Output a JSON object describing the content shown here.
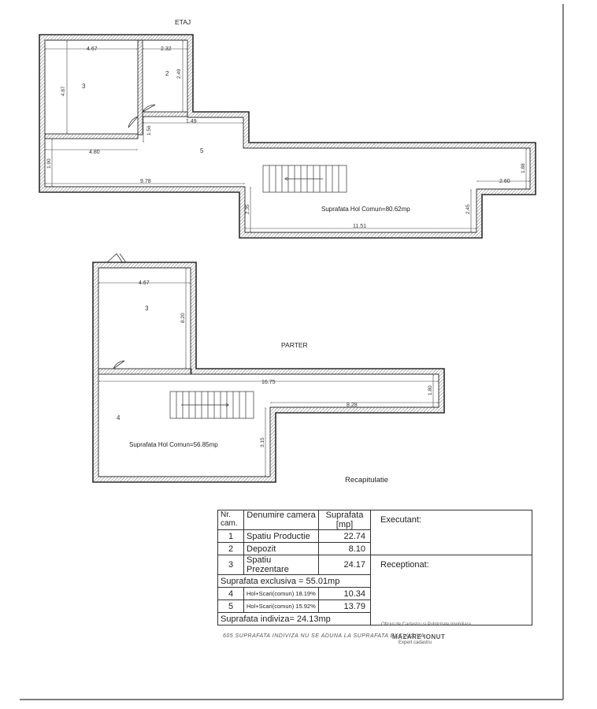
{
  "floors": {
    "etaj": {
      "title": "ETAJ",
      "area_label": "Suprafata Hol Comun=80.62mp",
      "rooms": [
        "3",
        "2",
        "5"
      ],
      "dims": [
        "4.67",
        "2.32",
        "4.87",
        "2.49",
        "1.56",
        "1.49",
        "4.80",
        "1.90",
        "9.78",
        "2.35",
        "11.51",
        "2.45",
        "2.60",
        "1.88"
      ]
    },
    "parter": {
      "title": "PARTER",
      "area_label": "Suprafata Hol Comun=56.85mp",
      "rooms": [
        "3",
        "4"
      ],
      "dims": [
        "4.67",
        "8.20",
        "16.75",
        "1.80",
        "8.28",
        "3.15"
      ]
    }
  },
  "recap": {
    "title": "Recapitulatie",
    "headers": {
      "nr": "Nr. cam.",
      "name": "Denumire camera",
      "area": "Suprafata [mp]"
    },
    "rows": [
      {
        "nr": "1",
        "name": "Spatiu Productie",
        "area": "22.74"
      },
      {
        "nr": "2",
        "name": "Depozit",
        "area": "8.10"
      },
      {
        "nr": "3",
        "name": "Spatiu Prezentare",
        "area": "24.17"
      }
    ],
    "exclusive_total": "Suprafata exclusiva = 55.01mp",
    "common_rows": [
      {
        "nr": "4",
        "name": "Hol+Scari(comun) 18.19%",
        "area": "10.34"
      },
      {
        "nr": "5",
        "name": "Hol+Scari(comun) 15.92%",
        "area": "13.79"
      }
    ],
    "indiviza_total": "Suprafata indiviza= 24.13mp",
    "executant": "Executant:",
    "receptionat": "Receptionat:",
    "note": "605 SUPRAFATA INDIVIZA NU SE ADUNA LA SUPRAFATA EXCLUSIVA",
    "stamp": {
      "office": "Oficiul de Cadastru si Publicitate Imobiliara",
      "name": "MAZARE IONUT",
      "role": "Expert cadastru"
    }
  }
}
